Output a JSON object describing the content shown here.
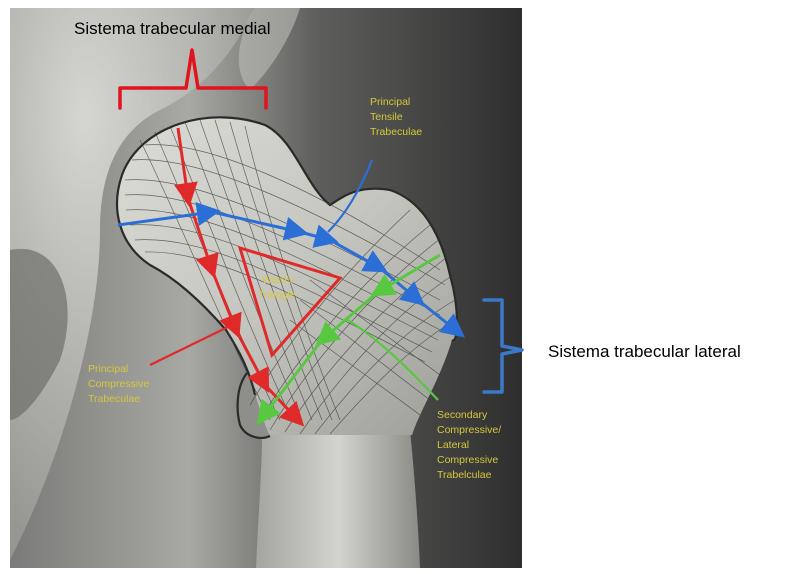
{
  "headings": {
    "medial": "Sistema trabecular medial",
    "lateral": "Sistema trabecular lateral"
  },
  "annotations": {
    "principal_tensile": [
      "Principal",
      "Tensile",
      "Trabeculae"
    ],
    "wards_triangle": [
      "Ward's",
      "Triangle"
    ],
    "principal_compressive": [
      "Principal",
      "Compressive",
      "Trabeculae"
    ],
    "secondary_compressive": [
      "Secondary",
      "Compressive/",
      "Lateral",
      "Compressive",
      "Trabelculae"
    ]
  },
  "colors": {
    "medial_bracket": "#e0141c",
    "lateral_bracket": "#3c78c8",
    "compressive_arrows": "#e02a2a",
    "tensile_arrows": "#2b6fd6",
    "secondary_arrows": "#58c840",
    "annotation_text": "#d6c83c",
    "radiograph_dark": "#2a2a2a",
    "radiograph_light": "#c9c9c5"
  }
}
